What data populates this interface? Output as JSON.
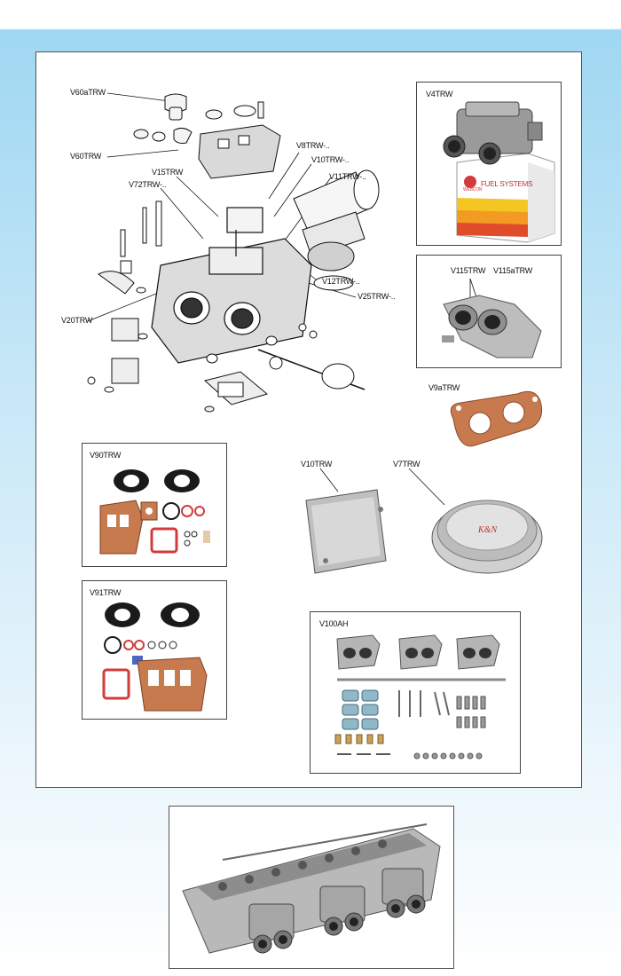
{
  "exploded_view": {
    "callouts": [
      "V60aTRW",
      "V60TRW",
      "V15TRW",
      "V72TRW-..",
      "V8TRW-..",
      "V10TRW-..",
      "V11TRW-..",
      "V12TRW-..",
      "V25TRW-..",
      "V20TRW"
    ]
  },
  "products": {
    "v4": {
      "code": "V4TRW",
      "box_brand": "WEBCON",
      "box_text": "FUEL SYSTEMS"
    },
    "v115": {
      "codes": [
        "V115TRW",
        "V115aTRW"
      ]
    },
    "v9a": {
      "code": "V9aTRW"
    },
    "v90": {
      "code": "V90TRW"
    },
    "v10": {
      "code": "V10TRW"
    },
    "v7": {
      "code": "V7TRW"
    },
    "v91": {
      "code": "V91TRW"
    },
    "v100ah": {
      "code": "V100AH"
    }
  },
  "colors": {
    "background_band": "#9fd7f2",
    "gasket_copper": "#c87a4f",
    "gasket_red": "#d33b3b",
    "gasket_black": "#1a1a1a",
    "box_yellow": "#f3c623",
    "box_red": "#e04b2a"
  }
}
